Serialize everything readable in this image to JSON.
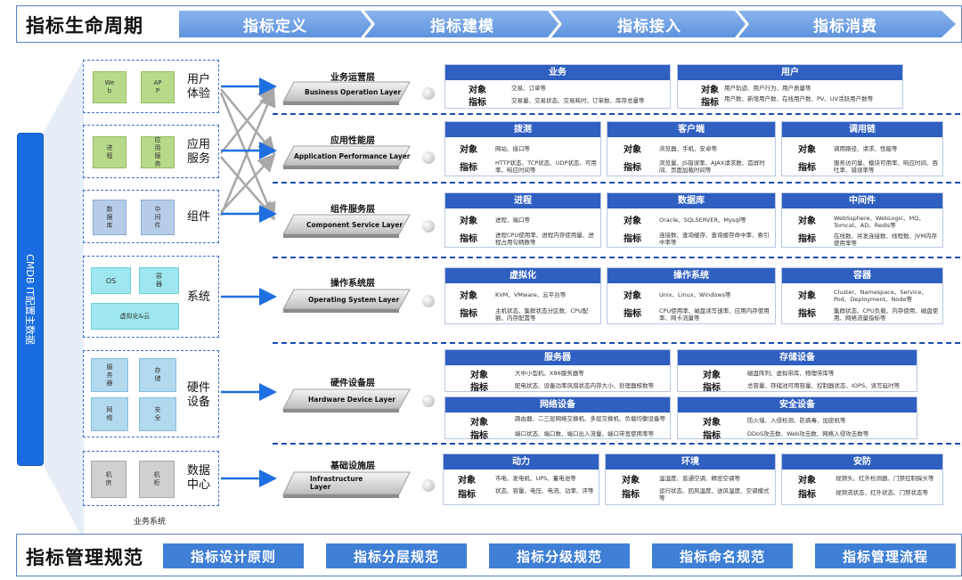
{
  "header": {
    "title": "指标生命周期",
    "stages": [
      "指标定义",
      "指标建模",
      "指标接入",
      "指标消费"
    ]
  },
  "cmdb": {
    "label": "CMDB IT配置主数据"
  },
  "left_groups": [
    {
      "label": "用户\n体验",
      "cells": [
        "We\nb",
        "AP\nP"
      ]
    },
    {
      "label": "应用\n服务",
      "cells": [
        "进\n程",
        "应\n用\n服\n务"
      ]
    },
    {
      "label": "组件",
      "cells": [
        "数\n据\n库",
        "中\n间\n件"
      ]
    },
    {
      "label": "系统",
      "cells": [
        "OS",
        "容\n器",
        "虚拟化&云"
      ]
    },
    {
      "label": "硬件\n设备",
      "cells": [
        "服\n务\n器",
        "存\n储",
        "网\n络",
        "安\n全"
      ]
    },
    {
      "label": "数据\n中心",
      "cells": [
        "机\n房",
        "机\n柜"
      ]
    }
  ],
  "business_system_label": "业务系统",
  "layers": [
    {
      "title": "业务运营层",
      "en": "Business Operation Layer"
    },
    {
      "title": "应用性能层",
      "en": "Application Performance Layer"
    },
    {
      "title": "组件服务层",
      "en": "Component Service Layer"
    },
    {
      "title": "操作系统层",
      "en": "Operating System Layer"
    },
    {
      "title": "硬件设备层",
      "en": "Hardware Device Layer"
    },
    {
      "title": "基础设施层",
      "en": "Infrastructure\nLayer"
    }
  ],
  "row_labels": {
    "object": "对象",
    "metric": "指标"
  },
  "cards": [
    [
      {
        "head": "业务",
        "object": "交易、订单等",
        "metric": "交易量、交易状态、交易耗时、订单数、库存总量等"
      },
      {
        "head": "用户",
        "object": "用户轨迹、用户行为、用户质量等",
        "metric": "用户数、新增用户数、在线用户数、PV、UV活跃用户数等"
      }
    ],
    [
      {
        "head": "拨测",
        "object": "网站、接口等",
        "metric": "HTTP状态、TCP状态、UDP状态、可用率、响应时间等"
      },
      {
        "head": "客户端",
        "object": "浏览器、手机、安卓等",
        "metric": "浏览量、JS错误率、AJAX请求数、首屏时间、页面加载时间等"
      },
      {
        "head": "调用链",
        "object": "调用路径、请求、性能等",
        "metric": "服务访问量、模块可用率、响应时间、吞吐率、错误率等"
      }
    ],
    [
      {
        "head": "进程",
        "object": "进程、端口等",
        "metric": "进程CPU使用率、进程内存使用量、进程占用句柄数等"
      },
      {
        "head": "数据库",
        "object": "Oracle、SQLSERVER、Mysql等",
        "metric": "连接数、查询缓存、查询缓存命中率、索引中率等"
      },
      {
        "head": "中间件",
        "object": "WebSsphere、WebLogic、MQ、Tomcat、AD、Redis等",
        "metric": "在线数、并发连接数、线程数、JVM内存使用率等"
      }
    ],
    [
      {
        "head": "虚拟化",
        "object": "KVM、VMware、云平台等",
        "metric": "主机状态、集群状态分区数、CPU配额、内存配置等"
      },
      {
        "head": "操作系统",
        "object": "Unix、Linux、Windows等",
        "metric": "CPU使用率、磁盘读写速率、应用内存使用率、网卡流量等"
      },
      {
        "head": "容器",
        "object": "Cluster、Namespace、Service、Pod、Deployment、Node等",
        "metric": "集群状态、CPU负载、内存使用、磁盘使用、网络流量指标等"
      }
    ],
    [
      {
        "head": "服务器",
        "object": "大中小型机、X86服务器等",
        "metric": "配电状态、设备功率风扇状态内存大小、处理器核数等"
      },
      {
        "head": "存储设备",
        "object": "磁盘阵列、虚拟带库、物理带库等",
        "metric": "总容量、存储池可用容量、控制器状态、IOPS、读写延时等"
      },
      {
        "head": "网络设备",
        "object": "路由器、二三层网络交换机、多层交换机、负载均衡设备等",
        "metric": "端口状态、端口数、端口出入流量、端口带宽使用率等"
      },
      {
        "head": "安全设备",
        "object": "防火墙、入侵检测、防病毒、加密机等",
        "metric": "DDoS攻击数、Web攻击数、网络入侵攻击数等"
      }
    ],
    [
      {
        "head": "动力",
        "object": "市电、发电机、UPS、蓄电池等",
        "metric": "状态、容量、电压、电流、功率、评等"
      },
      {
        "head": "环境",
        "object": "温湿度、普通空调、精密空调等",
        "metric": "运行状态、回风温度、送风温度、空调模式等"
      },
      {
        "head": "安防",
        "object": "视频头、红外检测器、门禁控制探头等",
        "metric": "视频流状态、红外状态、门禁状态等"
      }
    ]
  ],
  "footer": {
    "title": "指标管理规范",
    "items": [
      "指标设计原则",
      "指标分层规范",
      "指标分级规范",
      "指标命名规范",
      "指标管理流程"
    ]
  }
}
